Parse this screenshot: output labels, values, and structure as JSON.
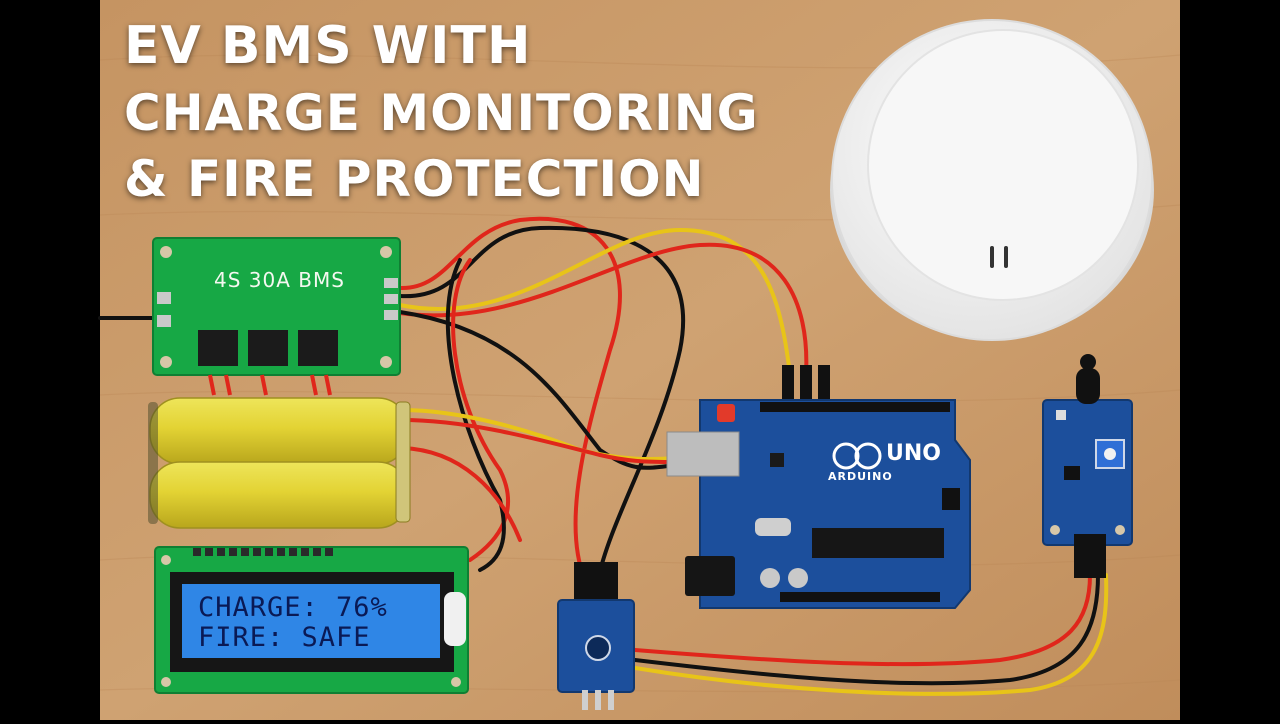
{
  "title": {
    "line1": "EV BMS WITH",
    "line2": "CHARGE MONITORING",
    "line3": "& FIRE PROTECTION"
  },
  "bms_board": {
    "label": "4S 30A BMS"
  },
  "lcd": {
    "line1": "CHARGE: 76%",
    "line2": "FIRE: SAFE",
    "screen_color": "#2f86e6",
    "text_color": "#0a1a55"
  },
  "arduino": {
    "logo": "UNO",
    "brand": "ARDUINO"
  },
  "colors": {
    "wood": "#c99a67",
    "wire_red": "#e0261b",
    "wire_black": "#111111",
    "wire_yellow": "#e8c418",
    "pcb_green": "#17a845",
    "pcb_blue": "#1c4f9c",
    "battery_yellow": "#e3d334"
  }
}
